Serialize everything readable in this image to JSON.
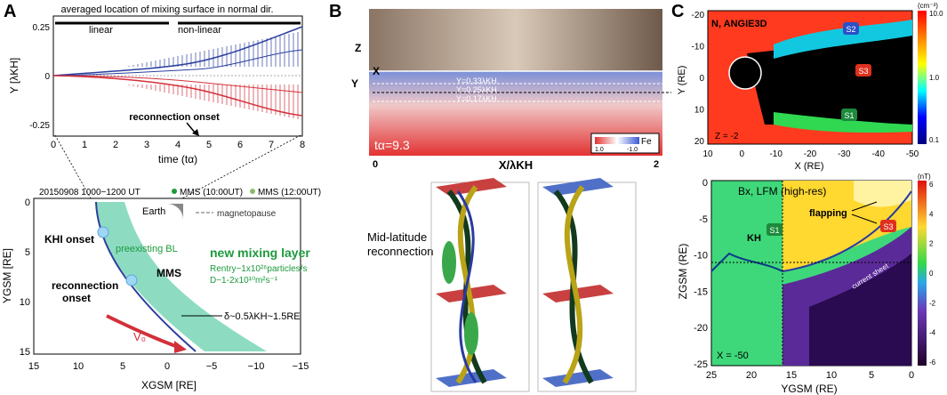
{
  "panels": {
    "a": {
      "letter": "A",
      "top_chart": {
        "title": "averaged location of mixing surface in normal dir.",
        "linear_label": "linear",
        "nonlinear_label": "non-linear",
        "ylabel": "Y [λKH]",
        "xlabel": "time (tα)",
        "annotation": "reconnection onset",
        "x_ticks": [
          "0",
          "1",
          "2",
          "3",
          "4",
          "5",
          "6",
          "7",
          "8"
        ],
        "y_ticks": [
          "0.25",
          "0",
          "-0.25"
        ]
      },
      "bottom_chart": {
        "header_event": "20150908  1000−1200  UT",
        "legend_mms1": "MMS (10:00UT)",
        "legend_mms2": "MMS (12:00UT)",
        "earth_label": "Earth",
        "magnetopause_label": "magnetopause",
        "khi_onset": "KHI onset",
        "preexisting_bl": "preexisting BL",
        "new_layer": "new mixing layer",
        "rentry": "Rentry~1x10²⁶particles/s",
        "diffusion": "D~1-2x10¹⁰m²s⁻¹",
        "mms_label": "MMS",
        "recon_onset_1": "reconnection",
        "recon_onset_2": "onset",
        "delta": "δ~0.5λKH~1.5RE",
        "v0": "V₀",
        "ylabel": "YGSM [RE]",
        "xlabel": "XGSM [RE]",
        "x_ticks": [
          "15",
          "10",
          "5",
          "0",
          "−5",
          "−10",
          "−15"
        ],
        "y_ticks": [
          "0",
          "5",
          "10",
          "15"
        ]
      }
    },
    "b": {
      "letter": "B",
      "axis_z": "Z",
      "axis_x": "X",
      "axis_y": "Y",
      "y_lines": [
        "Y=0.33λKH",
        "Y=0.25λKH",
        "Y=0.17λKH"
      ],
      "time": "tα=9.3",
      "colorbar_label": "Fe",
      "colorbar_min": "1.0",
      "colorbar_max": "-1.0",
      "x_axis": "X/λKH",
      "x_left": "0",
      "x_right": "2",
      "mid_lat_1": "Mid-latitude",
      "mid_lat_2": "reconnection"
    },
    "c": {
      "letter": "C",
      "top": {
        "title": "N, ANGIE3D",
        "unit": "(cm⁻³)",
        "cb_ticks": [
          "10.0",
          "1.0",
          "0.1"
        ],
        "z_label": "Z = -2",
        "labels": [
          "S2",
          "S3",
          "S1"
        ],
        "ylabel": "Y (RE)",
        "xlabel": "X (RE)",
        "x_ticks": [
          "10",
          "0",
          "-10",
          "-20",
          "-30",
          "-40",
          "-50"
        ],
        "y_ticks": [
          "-20",
          "-10",
          "0",
          "10",
          "20"
        ]
      },
      "bottom": {
        "title": "Bx, LFM (high-res)",
        "unit": "(nT)",
        "cb_ticks": [
          "6",
          "4",
          "2",
          "0",
          "-2",
          "-4",
          "-6"
        ],
        "flapping": "flapping",
        "kh": "KH",
        "s1": "S1",
        "s3": "S3",
        "current_sheet": "current sheet",
        "x_label": "X = -50",
        "ylabel": "ZGSM (RE)",
        "xlabel": "YGSM (RE)",
        "x_ticks": [
          "25",
          "20",
          "15",
          "10",
          "5",
          "0"
        ],
        "y_ticks": [
          "0",
          "-5",
          "-10",
          "-15",
          "-20",
          "-25"
        ]
      }
    }
  },
  "colors": {
    "blue_curve": "#2b3f9e",
    "red_curve": "#d2303a",
    "teal_layer": "#2fbf8f",
    "green_text": "#1d9a3c"
  }
}
